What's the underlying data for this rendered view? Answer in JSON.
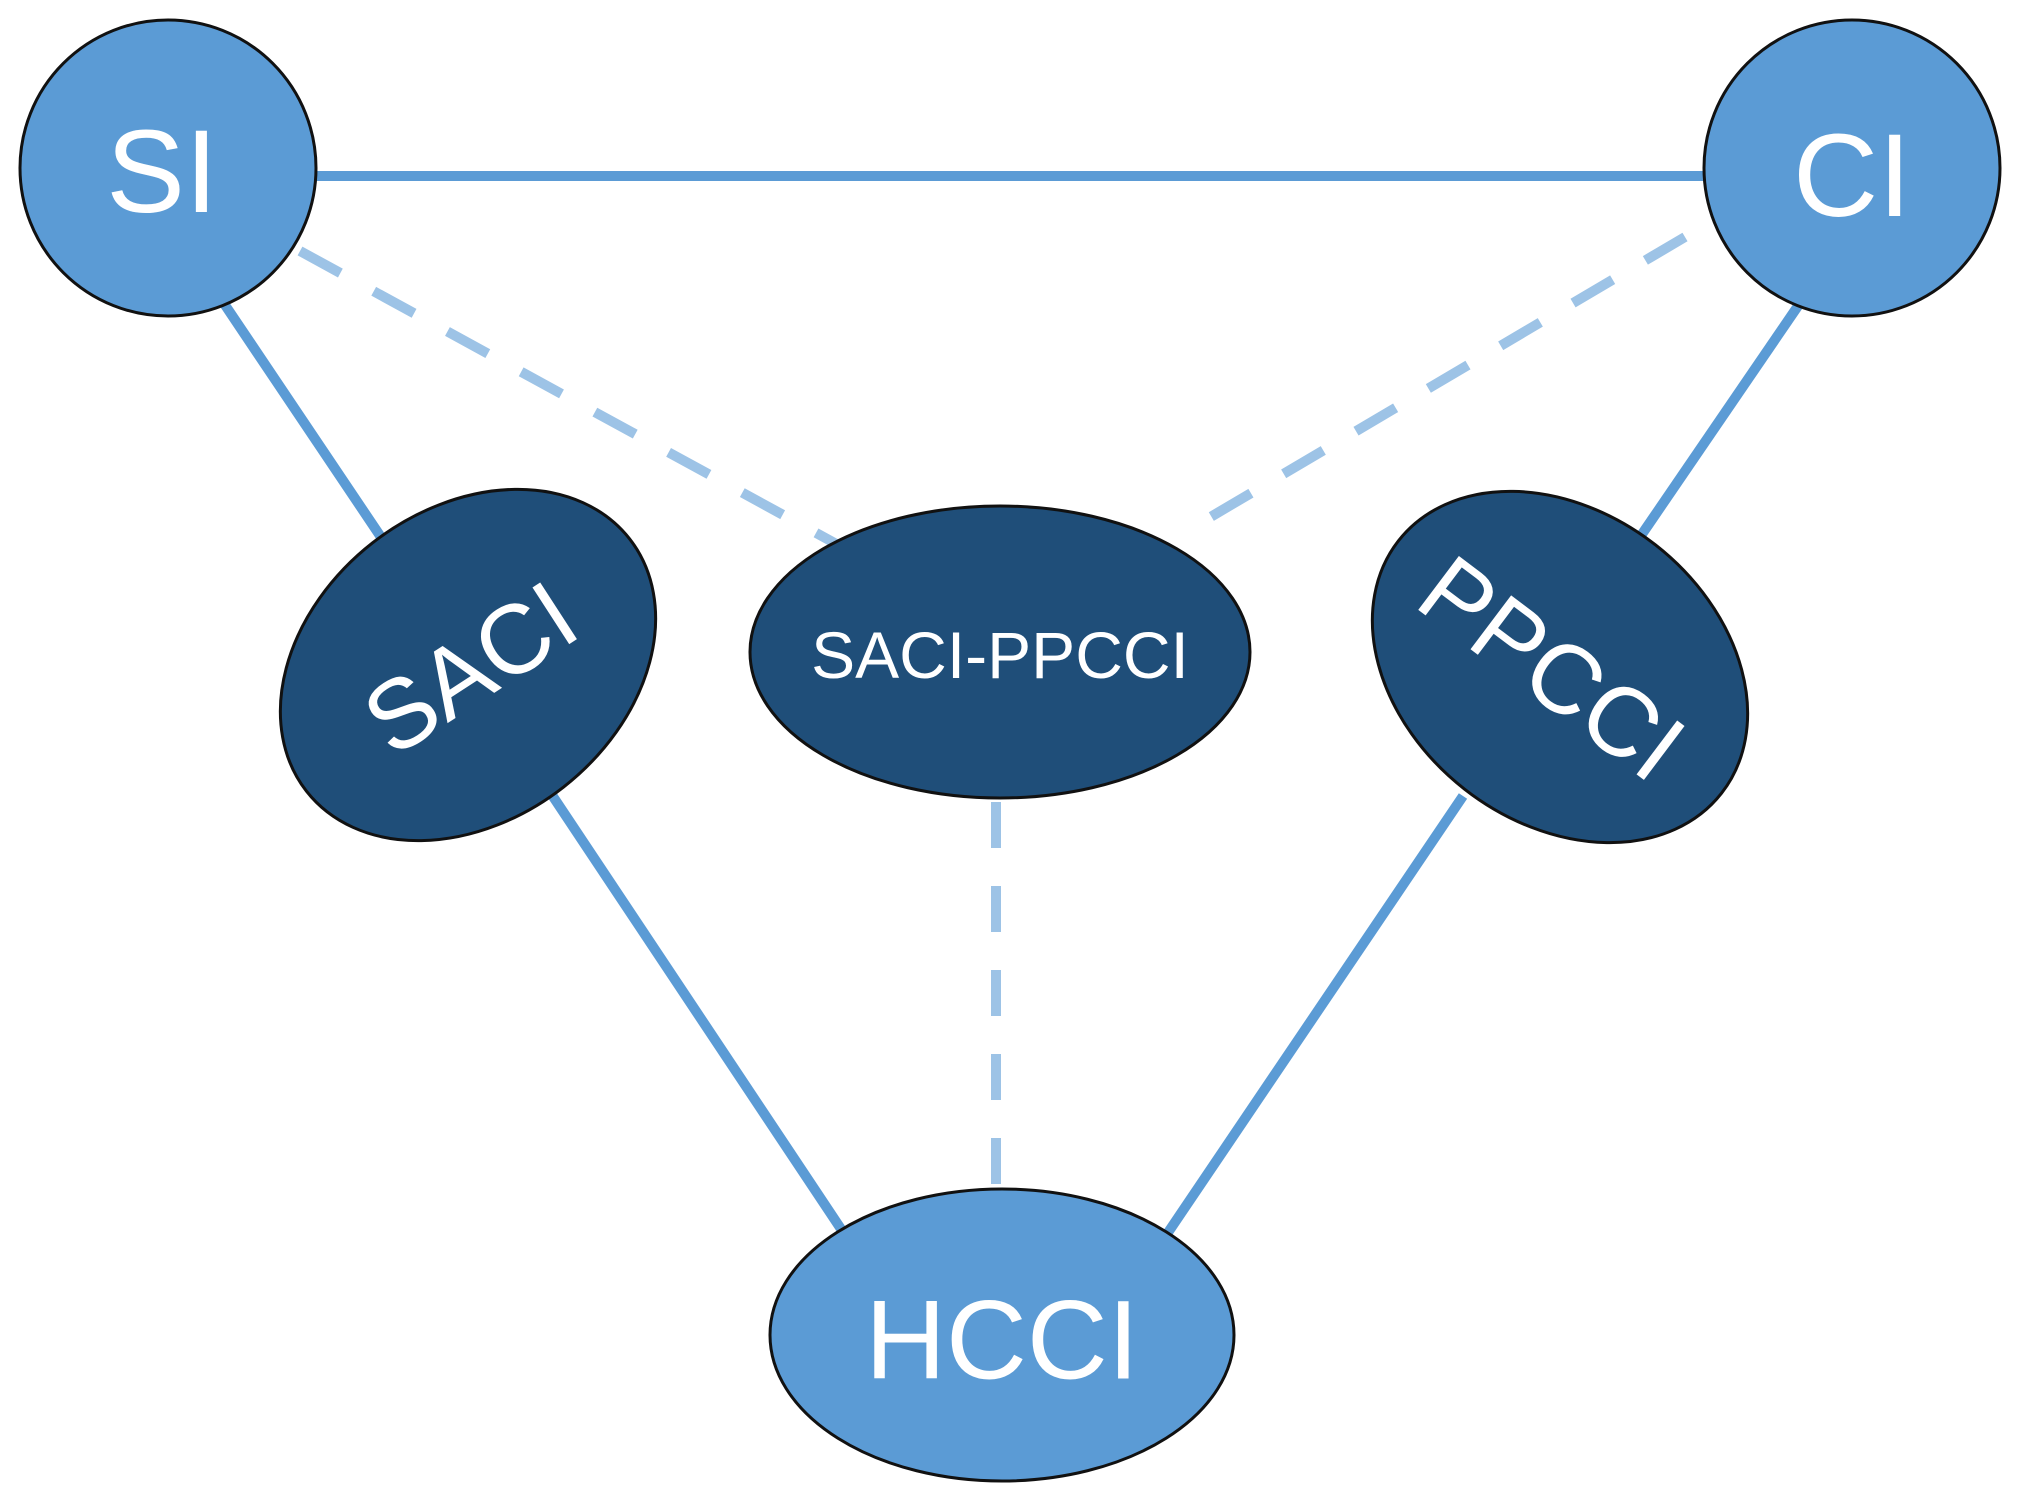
{
  "colors": {
    "primary_node": "#5b9bd5",
    "secondary_node": "#1f4e79",
    "solid_edge": "#5b9bd5",
    "dashed_edge": "#9dc3e6",
    "outline": "#111111"
  },
  "nodes": {
    "si": {
      "label": "SI"
    },
    "ci": {
      "label": "CI"
    },
    "saci": {
      "label": "SACI"
    },
    "saci_ppcci": {
      "label": "SACI-PPCCI"
    },
    "ppcci": {
      "label": "PPCCI"
    },
    "hcci": {
      "label": "HCCI"
    }
  },
  "edges": [
    {
      "from": "SI",
      "to": "CI",
      "style": "solid"
    },
    {
      "from": "SI",
      "to": "SACI",
      "style": "solid"
    },
    {
      "from": "SACI",
      "to": "HCCI",
      "style": "solid"
    },
    {
      "from": "CI",
      "to": "PPCCI",
      "style": "solid"
    },
    {
      "from": "PPCCI",
      "to": "HCCI",
      "style": "solid"
    },
    {
      "from": "SI",
      "to": "SACI-PPCCI",
      "style": "dashed"
    },
    {
      "from": "CI",
      "to": "SACI-PPCCI",
      "style": "dashed"
    },
    {
      "from": "SACI-PPCCI",
      "to": "HCCI",
      "style": "dashed"
    }
  ]
}
